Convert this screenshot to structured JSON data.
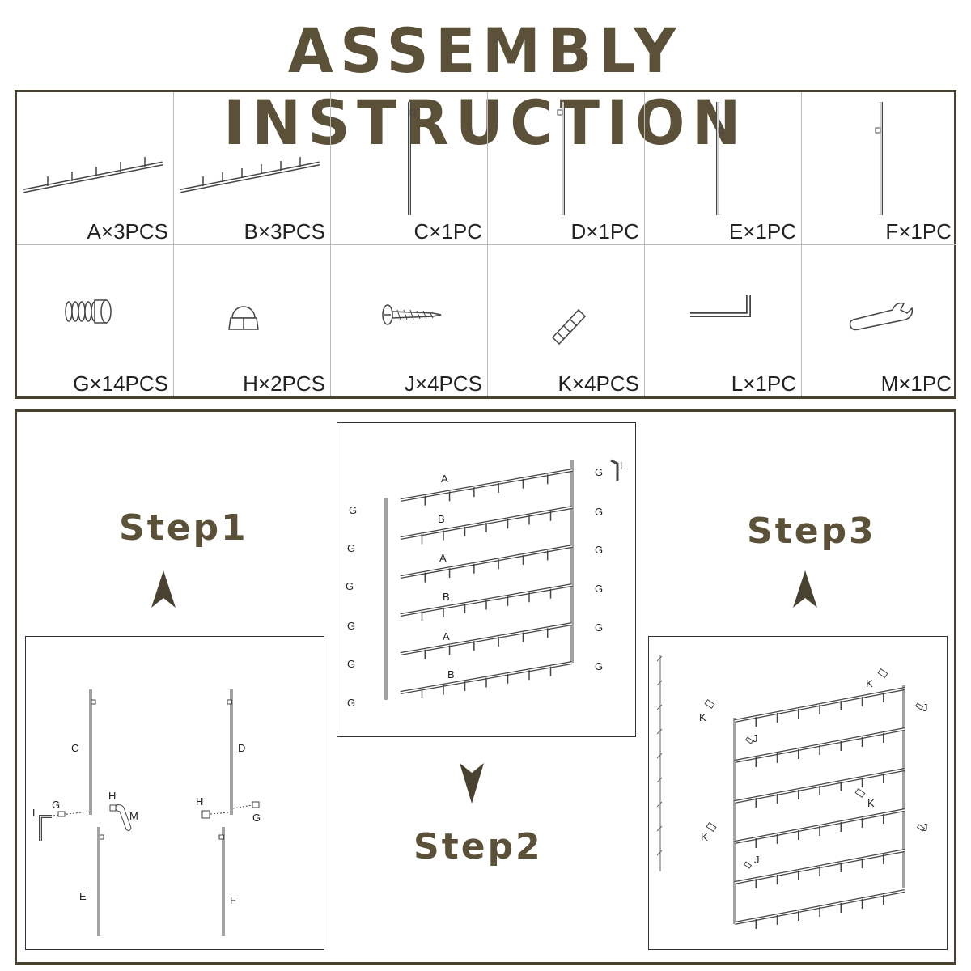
{
  "title": "ASSEMBLY INSTRUCTION",
  "parts": [
    {
      "label": "A×3PCS",
      "icon": "bar-a-icon"
    },
    {
      "label": "B×3PCS",
      "icon": "bar-b-icon"
    },
    {
      "label": "C×1PC",
      "icon": "post-c-icon"
    },
    {
      "label": "D×1PC",
      "icon": "post-d-icon"
    },
    {
      "label": "E×1PC",
      "icon": "post-e-icon"
    },
    {
      "label": "F×1PC",
      "icon": "post-f-icon"
    },
    {
      "label": "G×14PCS",
      "icon": "bolt-icon"
    },
    {
      "label": "H×2PCS",
      "icon": "cap-nut-icon"
    },
    {
      "label": "J×4PCS",
      "icon": "screw-icon"
    },
    {
      "label": "K×4PCS",
      "icon": "wall-anchor-icon"
    },
    {
      "label": "L×1PC",
      "icon": "hex-key-icon"
    },
    {
      "label": "M×1PC",
      "icon": "wrench-icon"
    }
  ],
  "steps": {
    "step1": "Step1",
    "step2": "Step2",
    "step3": "Step3"
  },
  "callouts": {
    "A": "A",
    "B": "B",
    "C": "C",
    "D": "D",
    "E": "E",
    "F": "F",
    "G": "G",
    "H": "H",
    "J": "J",
    "K": "K",
    "L": "L",
    "M": "M"
  },
  "colors": {
    "accent": "#5b5138",
    "frame": "#4a4230"
  }
}
